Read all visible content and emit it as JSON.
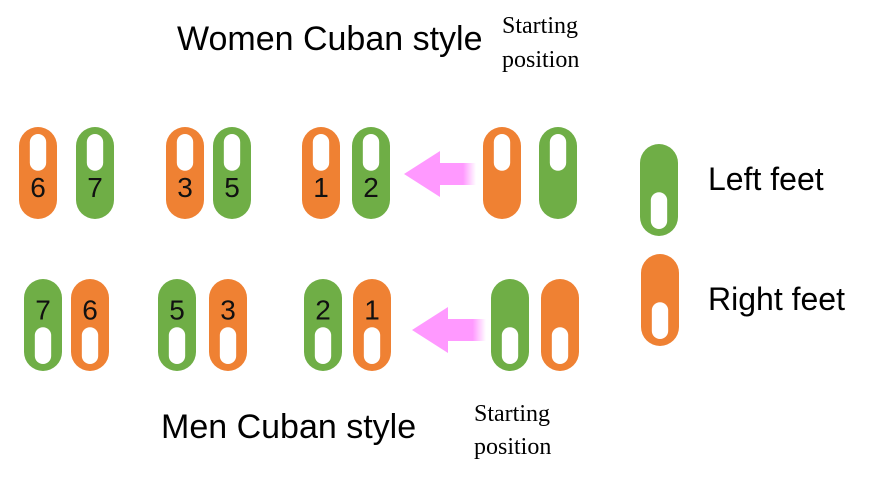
{
  "colors": {
    "left": "#6fae46",
    "right": "#ef8133",
    "arrow": "#ff99ff",
    "hole": "#ffffff"
  },
  "women": {
    "title": "Women Cuban style",
    "starting_label": [
      "Starting",
      "position"
    ],
    "footprints": [
      {
        "foot": "right",
        "number": "6",
        "toe": "up"
      },
      {
        "foot": "left",
        "number": "7",
        "toe": "up"
      },
      {
        "foot": "right",
        "number": "3",
        "toe": "up"
      },
      {
        "foot": "left",
        "number": "5",
        "toe": "up"
      },
      {
        "foot": "right",
        "number": "1",
        "toe": "up"
      },
      {
        "foot": "left",
        "number": "2",
        "toe": "up"
      },
      {
        "foot": "right",
        "number": "",
        "toe": "up"
      },
      {
        "foot": "left",
        "number": "",
        "toe": "up"
      }
    ]
  },
  "men": {
    "title": "Men Cuban style",
    "starting_label": [
      "Starting",
      "position"
    ],
    "footprints": [
      {
        "foot": "left",
        "number": "7",
        "toe": "down"
      },
      {
        "foot": "right",
        "number": "6",
        "toe": "down"
      },
      {
        "foot": "left",
        "number": "5",
        "toe": "down"
      },
      {
        "foot": "right",
        "number": "3",
        "toe": "down"
      },
      {
        "foot": "left",
        "number": "2",
        "toe": "down"
      },
      {
        "foot": "right",
        "number": "1",
        "toe": "down"
      },
      {
        "foot": "left",
        "number": "",
        "toe": "down"
      },
      {
        "foot": "right",
        "number": "",
        "toe": "down"
      }
    ]
  },
  "legend": {
    "left_label": "Left feet",
    "right_label": "Right feet"
  }
}
